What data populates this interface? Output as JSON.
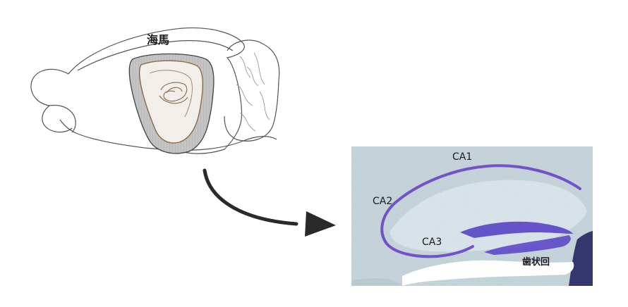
{
  "brain_diagram": {
    "hippocampus_label": "海馬"
  },
  "section": {
    "labels": {
      "ca1": "CA1",
      "ca2": "CA2",
      "ca3": "CA3",
      "dentate_gyrus": "歯状回"
    }
  },
  "colors": {
    "tissue_background": "#c9d6dc",
    "stain_purple": "#6a48c4",
    "hippocampus_fill": "#c4c4c4",
    "arrow": "#2a2a2a",
    "outline": "#555555"
  }
}
